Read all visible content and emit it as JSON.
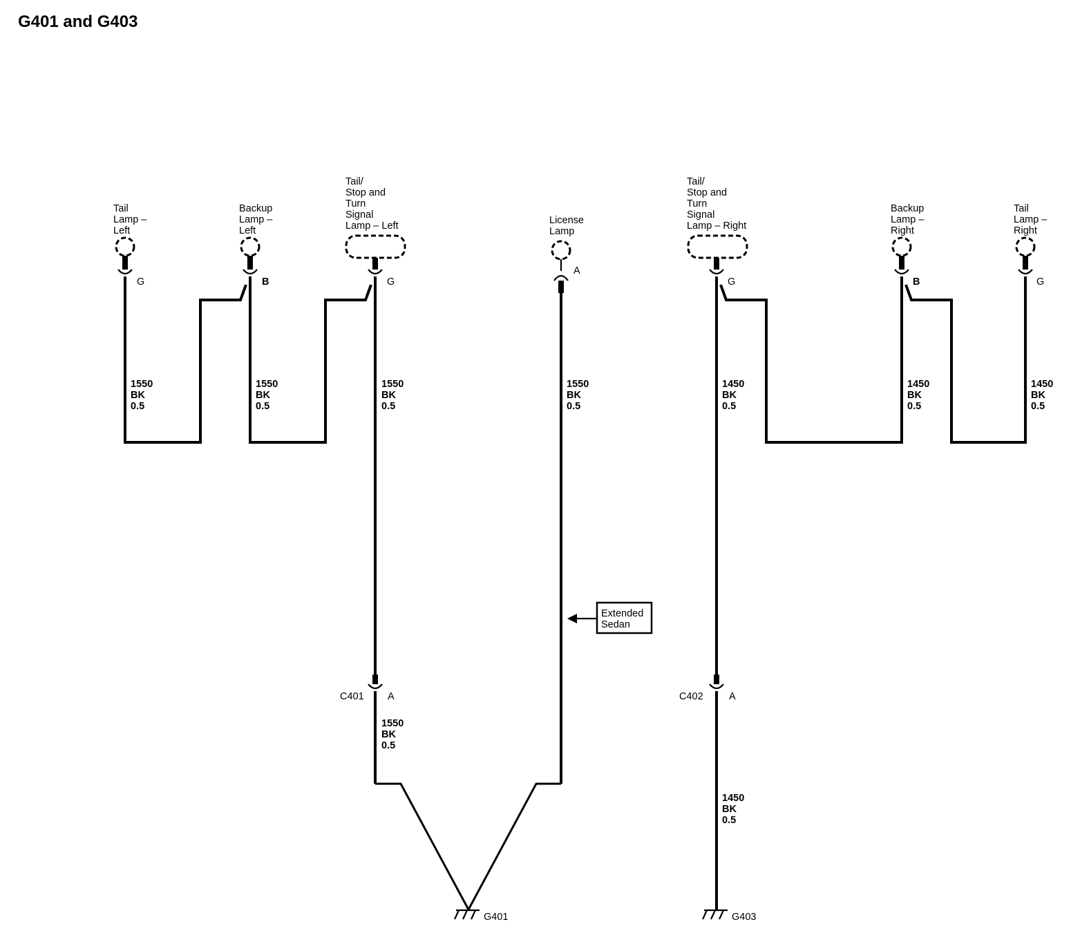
{
  "title": "G401 and G403",
  "components": {
    "tail_lamp_left": [
      "Tail",
      "Lamp –",
      "Left"
    ],
    "backup_lamp_left": [
      "Backup",
      "Lamp –",
      "Left"
    ],
    "tail_stop_turn_left": [
      "Tail/",
      "Stop and",
      "Turn",
      "Signal",
      "Lamp – Left"
    ],
    "license_lamp": [
      "License",
      "Lamp"
    ],
    "tail_stop_turn_right": [
      "Tail/",
      "Stop and",
      "Turn",
      "Signal",
      "Lamp – Right"
    ],
    "backup_lamp_right": [
      "Backup",
      "Lamp –",
      "Right"
    ],
    "tail_lamp_right": [
      "Tail",
      "Lamp –",
      "Right"
    ]
  },
  "pins": {
    "tail_lamp_left": "G",
    "backup_lamp_left": "B",
    "tail_stop_turn_left": "G",
    "license_lamp": "A",
    "tail_stop_turn_right": "G",
    "backup_lamp_right": "B",
    "tail_lamp_right": "G",
    "c401": "A",
    "c402": "A"
  },
  "wires": {
    "tail_lamp_left": [
      "1550",
      "BK",
      "0.5"
    ],
    "backup_lamp_left": [
      "1550",
      "BK",
      "0.5"
    ],
    "tail_stop_turn_left": [
      "1550",
      "BK",
      "0.5"
    ],
    "license_lamp": [
      "1550",
      "BK",
      "0.5"
    ],
    "tail_stop_turn_right": [
      "1450",
      "BK",
      "0.5"
    ],
    "backup_lamp_right": [
      "1450",
      "BK",
      "0.5"
    ],
    "tail_lamp_right": [
      "1450",
      "BK",
      "0.5"
    ],
    "c401_to_g401": [
      "1550",
      "BK",
      "0.5"
    ],
    "c402_to_g403": [
      "1450",
      "BK",
      "0.5"
    ]
  },
  "connectors": {
    "c401": "C401",
    "c402": "C402"
  },
  "grounds": {
    "g401": "G401",
    "g403": "G403"
  },
  "option_box": [
    "Extended",
    "Sedan"
  ]
}
